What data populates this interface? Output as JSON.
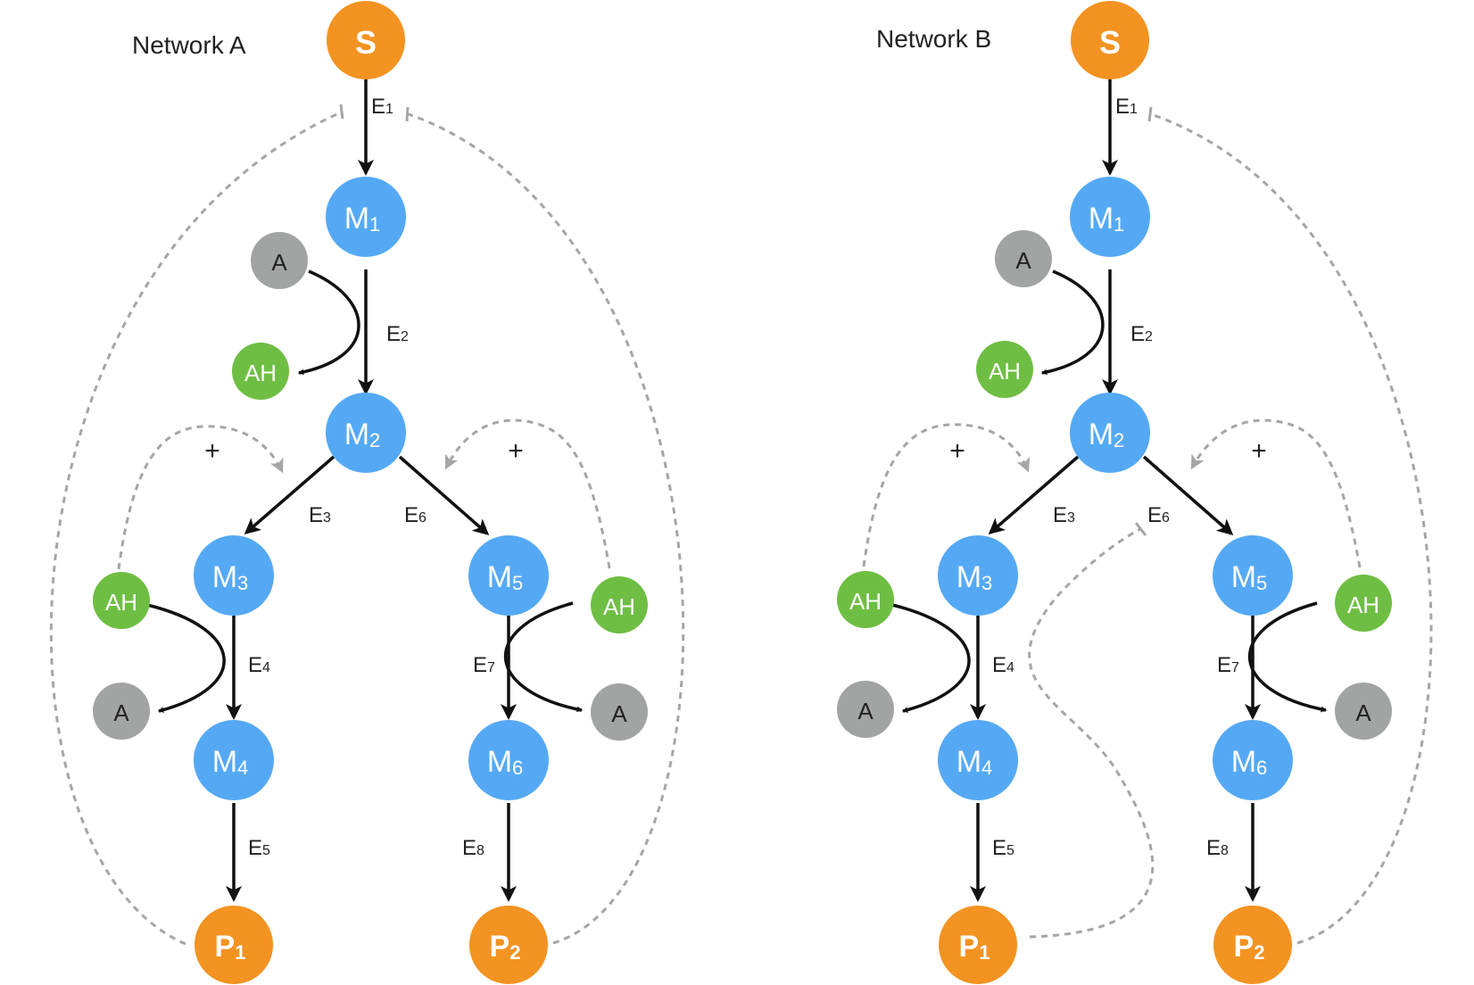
{
  "colors": {
    "terminal": "#F39322",
    "intermediate": "#55A9F4",
    "cofactor_oxidized": "#A2A3A3",
    "cofactor_reduced": "#6FBE44",
    "flux": "#111111",
    "regulation": "#A6A6A6"
  },
  "networks": [
    {
      "title": "Network A",
      "plus_sign": "+",
      "nodes": {
        "S": {
          "label": "S",
          "sub": ""
        },
        "M1": {
          "label": "M",
          "sub": "1"
        },
        "M2": {
          "label": "M",
          "sub": "2"
        },
        "M3": {
          "label": "M",
          "sub": "3"
        },
        "M4": {
          "label": "M",
          "sub": "4"
        },
        "M5": {
          "label": "M",
          "sub": "5"
        },
        "M6": {
          "label": "M",
          "sub": "6"
        },
        "P1": {
          "label": "P",
          "sub": "1"
        },
        "P2": {
          "label": "P",
          "sub": "2"
        },
        "A_top": {
          "label": "A"
        },
        "AH_top": {
          "label": "AH"
        },
        "AH_left": {
          "label": "AH"
        },
        "A_left": {
          "label": "A"
        },
        "AH_right": {
          "label": "AH"
        },
        "A_right": {
          "label": "A"
        }
      },
      "enzymes": {
        "E1": {
          "label": "E",
          "sub": "1"
        },
        "E2": {
          "label": "E",
          "sub": "2"
        },
        "E3": {
          "label": "E",
          "sub": "3"
        },
        "E4": {
          "label": "E",
          "sub": "4"
        },
        "E5": {
          "label": "E",
          "sub": "5"
        },
        "E6": {
          "label": "E",
          "sub": "6"
        },
        "E7": {
          "label": "E",
          "sub": "7"
        },
        "E8": {
          "label": "E",
          "sub": "8"
        }
      },
      "regulation": [
        {
          "from": "P1",
          "to": "E1",
          "type": "inhibition"
        },
        {
          "from": "P2",
          "to": "E1",
          "type": "inhibition"
        },
        {
          "from": "AH_left",
          "to": "E3",
          "type": "activation"
        },
        {
          "from": "AH_right",
          "to": "E6",
          "type": "activation"
        }
      ]
    },
    {
      "title": "Network B",
      "plus_sign": "+",
      "nodes": {
        "S": {
          "label": "S",
          "sub": ""
        },
        "M1": {
          "label": "M",
          "sub": "1"
        },
        "M2": {
          "label": "M",
          "sub": "2"
        },
        "M3": {
          "label": "M",
          "sub": "3"
        },
        "M4": {
          "label": "M",
          "sub": "4"
        },
        "M5": {
          "label": "M",
          "sub": "5"
        },
        "M6": {
          "label": "M",
          "sub": "6"
        },
        "P1": {
          "label": "P",
          "sub": "1"
        },
        "P2": {
          "label": "P",
          "sub": "2"
        },
        "A_top": {
          "label": "A"
        },
        "AH_top": {
          "label": "AH"
        },
        "AH_left": {
          "label": "AH"
        },
        "A_left": {
          "label": "A"
        },
        "AH_right": {
          "label": "AH"
        },
        "A_right": {
          "label": "A"
        }
      },
      "enzymes": {
        "E1": {
          "label": "E",
          "sub": "1"
        },
        "E2": {
          "label": "E",
          "sub": "2"
        },
        "E3": {
          "label": "E",
          "sub": "3"
        },
        "E4": {
          "label": "E",
          "sub": "4"
        },
        "E5": {
          "label": "E",
          "sub": "5"
        },
        "E6": {
          "label": "E",
          "sub": "6"
        },
        "E7": {
          "label": "E",
          "sub": "7"
        },
        "E8": {
          "label": "E",
          "sub": "8"
        }
      },
      "regulation": [
        {
          "from": "P1",
          "to": "E6",
          "type": "inhibition"
        },
        {
          "from": "P2",
          "to": "E1",
          "type": "inhibition"
        },
        {
          "from": "AH_left",
          "to": "E3",
          "type": "activation"
        },
        {
          "from": "AH_right",
          "to": "E6",
          "type": "activation"
        }
      ]
    }
  ]
}
